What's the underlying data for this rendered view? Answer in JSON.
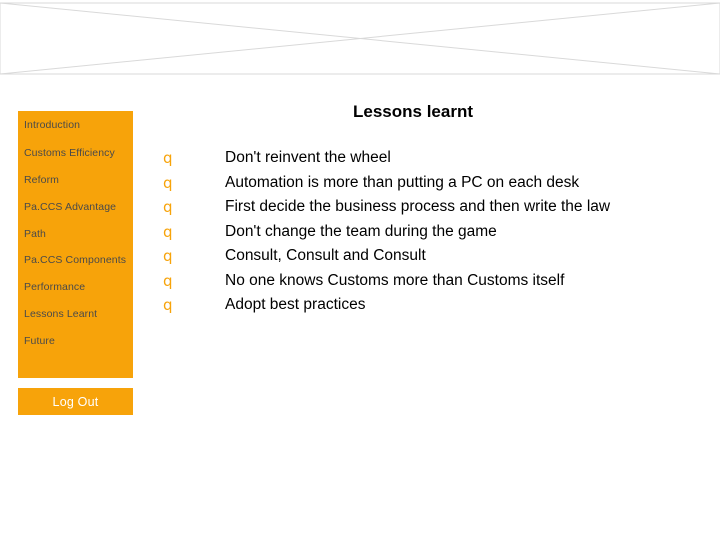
{
  "slide": {
    "title": "Lessons learnt",
    "accent_color": "#f7a30a",
    "banner_line_color": "#d9d9d9"
  },
  "sidebar": {
    "items": [
      {
        "label": "Introduction"
      },
      {
        "label": "Customs Efficiency"
      },
      {
        "label": "Reform"
      },
      {
        "label": "Pa.CCS Advantage"
      },
      {
        "label": "Path"
      },
      {
        "label": "Pa.CCS Components"
      },
      {
        "label": "Performance"
      },
      {
        "label": "Lessons Learnt"
      },
      {
        "label": "Future"
      }
    ],
    "logout_label": "Log Out"
  },
  "content": {
    "bullet_marker": "q",
    "bullets": [
      "Don't reinvent the wheel",
      "Automation is more than putting a PC on each desk",
      "First decide the business process and then write the law",
      "Don't change the team during the game",
      "Consult, Consult and Consult",
      "No one knows Customs more than Customs itself",
      "Adopt best practices"
    ]
  }
}
